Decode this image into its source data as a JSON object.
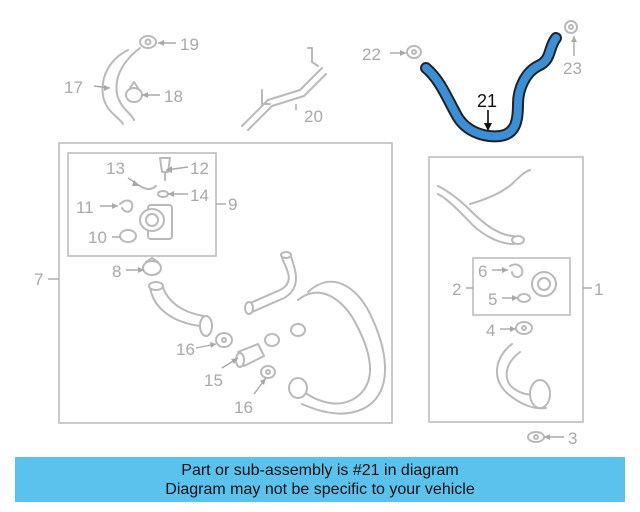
{
  "callouts": {
    "n1": "1",
    "n2": "2",
    "n3": "3",
    "n4": "4",
    "n5": "5",
    "n6": "6",
    "n7": "7",
    "n8": "8",
    "n9": "9",
    "n10": "10",
    "n11": "11",
    "n12": "12",
    "n13": "13",
    "n14": "14",
    "n15": "15",
    "n16a": "16",
    "n16b": "16",
    "n17": "17",
    "n18": "18",
    "n19": "19",
    "n20": "20",
    "n21": "21",
    "n22": "22",
    "n23": "23"
  },
  "highlight": {
    "part": "21",
    "color": "#3a8fd6"
  },
  "banner": {
    "line1": "Part or sub-assembly is #21 in diagram",
    "line2": "Diagram may not be specific to your vehicle",
    "color": "#5bc2ee"
  }
}
